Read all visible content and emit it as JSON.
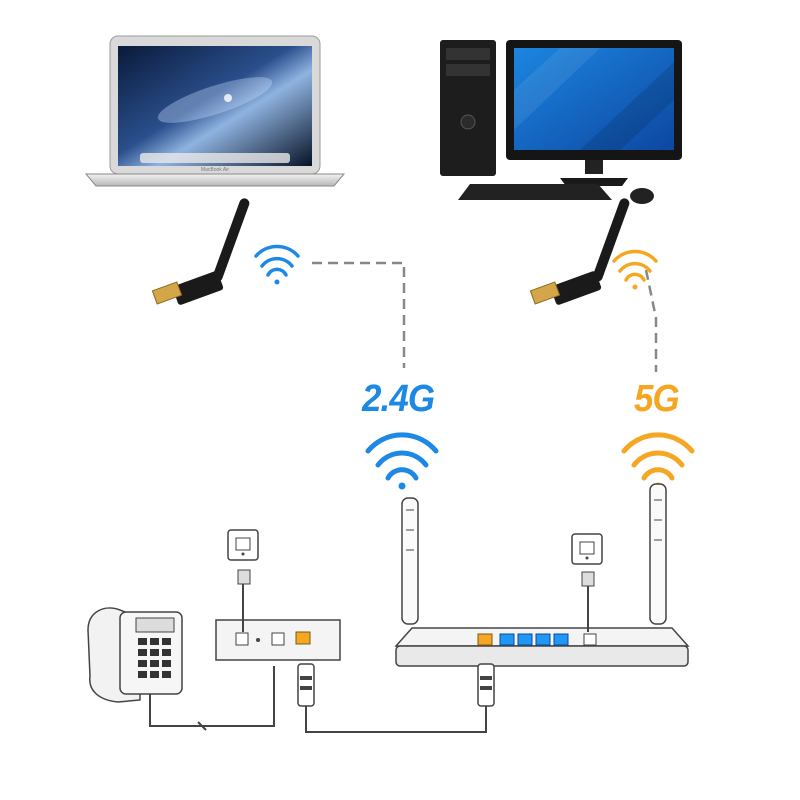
{
  "bands": {
    "low": {
      "label": "2.4G",
      "color": "#1e88e5"
    },
    "high": {
      "label": "5G",
      "color": "#f5a623"
    }
  },
  "laptop": {
    "badge": "MacBook Air"
  },
  "colors": {
    "link": "#888888",
    "device_outline": "#444444",
    "screen_blue": "#1565c0",
    "port_blue": "#2196f3",
    "port_orange": "#f5a623"
  },
  "icons": [
    "laptop-icon",
    "desktop-pc-icon",
    "usb-wifi-adapter-icon",
    "wifi-signal-icon",
    "router-icon",
    "modem-icon",
    "telephone-icon",
    "power-socket-icon"
  ]
}
